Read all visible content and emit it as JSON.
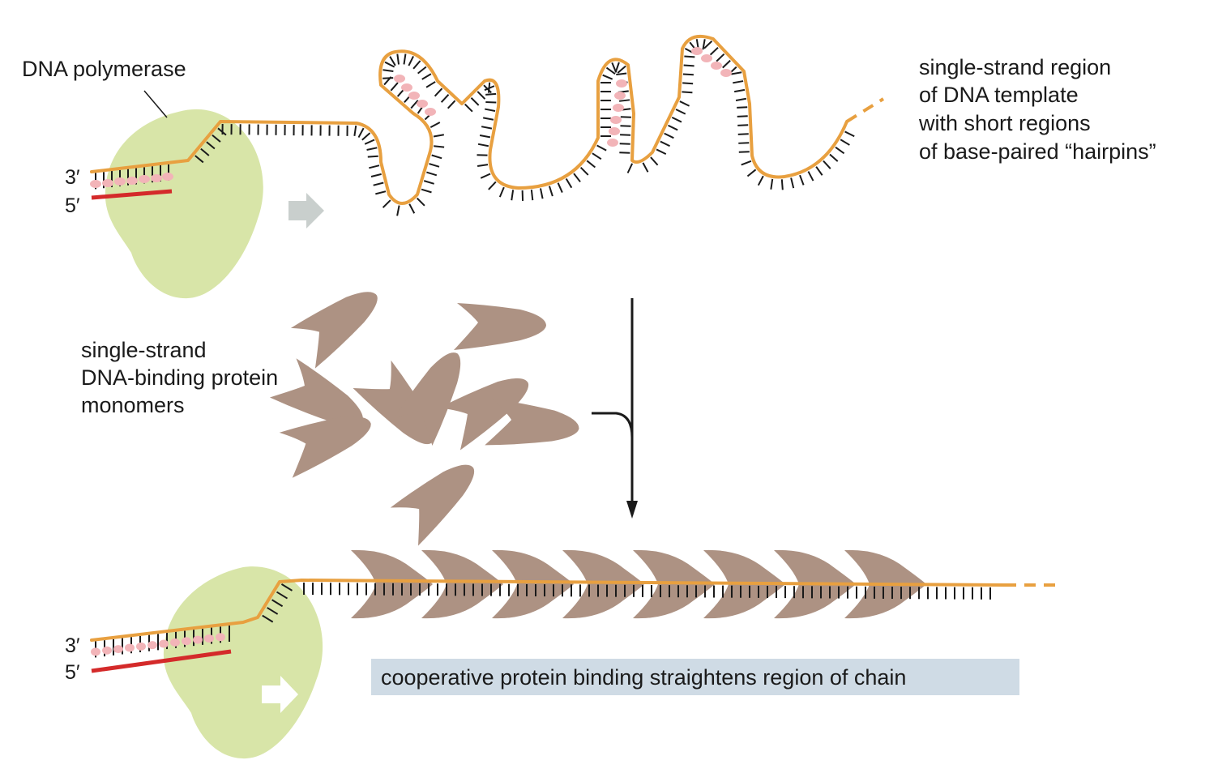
{
  "labels": {
    "polymerase": "DNA polymerase",
    "template_note": [
      "single-strand region",
      "of DNA template",
      "with short regions",
      "of base-paired “hairpins”"
    ],
    "ssb_note": [
      "single-strand",
      "DNA-binding protein",
      "monomers"
    ],
    "caption": "cooperative protein binding straightens region of chain"
  },
  "strand_ends": {
    "three_prime": "3′",
    "five_prime": "5′"
  },
  "colors": {
    "template_strand": "#e8a040",
    "primer_strand": "#d42a2a",
    "polymerase": "#d8e5a8",
    "binding_protein": "#ad9283",
    "base_pair": "#f2b4b8",
    "caption_box": "#cfdbe5"
  }
}
